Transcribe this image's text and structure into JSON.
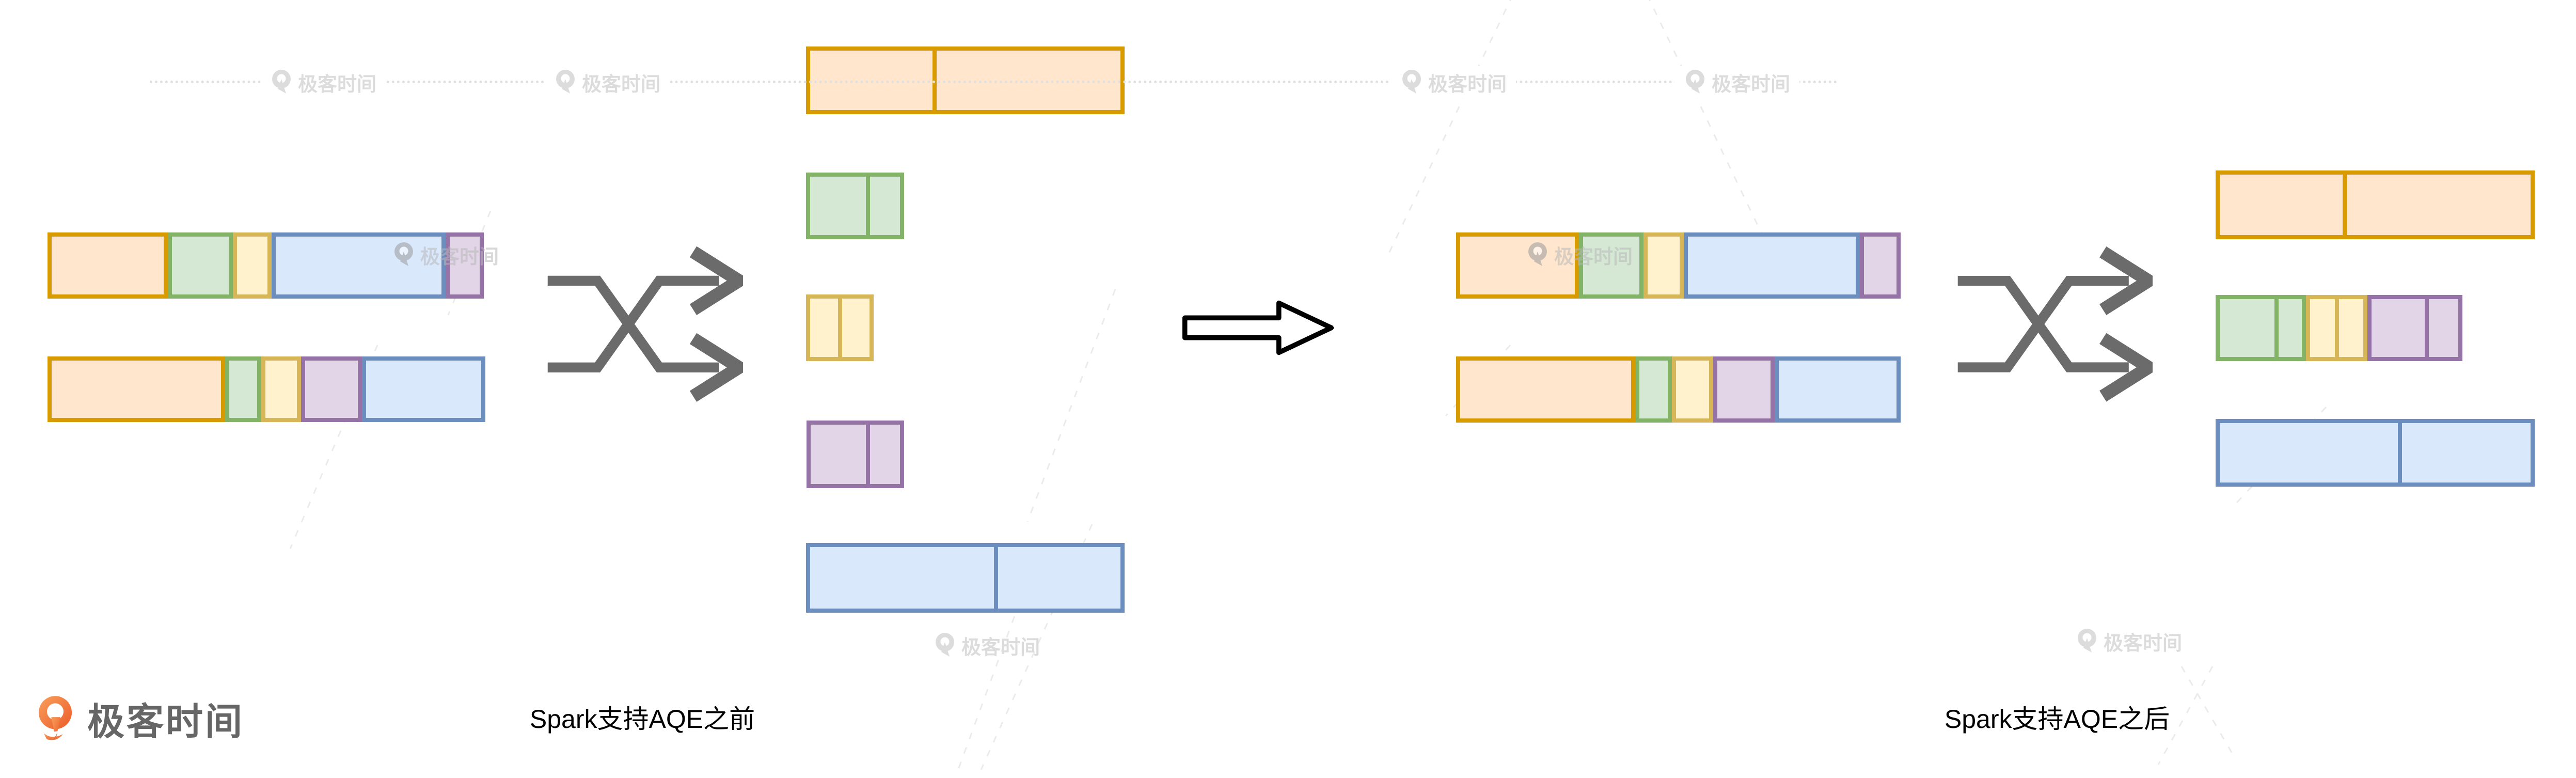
{
  "brand": {
    "name": "极客时间"
  },
  "watermark": {
    "text": "极客时间"
  },
  "labels": {
    "before": "Spark支持AQE之前",
    "after": "Spark支持AQE之后"
  },
  "palette": {
    "orange": {
      "fill": "#FFE6CC",
      "stroke": "#D79B00"
    },
    "green": {
      "fill": "#D5E8D4",
      "stroke": "#82B366"
    },
    "yellow": {
      "fill": "#FFF2CC",
      "stroke": "#D6B656"
    },
    "blue": {
      "fill": "#DAE8FC",
      "stroke": "#6C8EBF"
    },
    "purple": {
      "fill": "#E1D5E7",
      "stroke": "#9673A6"
    }
  },
  "icons": {
    "shuffle_color": "#6B6B6B",
    "arrow_stroke": "#000000"
  },
  "diagram": {
    "before": {
      "inputs": [
        {
          "name": "map-partition-1",
          "segments": [
            {
              "color": "orange",
              "pct": 28.3
            },
            {
              "color": "green",
              "pct": 14.5
            },
            {
              "color": "yellow",
              "pct": 7.6
            },
            {
              "color": "blue",
              "pct": 42.0
            },
            {
              "color": "purple",
              "pct": 7.6
            }
          ]
        },
        {
          "name": "map-partition-2",
          "segments": [
            {
              "color": "orange",
              "pct": 42.7
            },
            {
              "color": "green",
              "pct": 7.0
            },
            {
              "color": "yellow",
              "pct": 8.0
            },
            {
              "color": "purple",
              "pct": 13.2
            },
            {
              "color": "blue",
              "pct": 29.1
            }
          ]
        }
      ],
      "outputs": [
        {
          "name": "reduce-partition-orange",
          "segments": [
            {
              "color": "orange",
              "pct": 100,
              "cells": [
                40,
                60
              ]
            }
          ]
        },
        {
          "name": "reduce-partition-green",
          "segments": [
            {
              "color": "green",
              "pct": 100,
              "cells": [
                65,
                35
              ]
            }
          ]
        },
        {
          "name": "reduce-partition-yellow",
          "segments": [
            {
              "color": "yellow",
              "pct": 100,
              "cells": [
                50,
                50
              ]
            }
          ]
        },
        {
          "name": "reduce-partition-purple",
          "segments": [
            {
              "color": "purple",
              "pct": 100,
              "cells": [
                65,
                35
              ]
            }
          ]
        },
        {
          "name": "reduce-partition-blue",
          "segments": [
            {
              "color": "blue",
              "pct": 100,
              "cells": [
                60,
                40
              ]
            }
          ]
        }
      ]
    },
    "after": {
      "inputs": [
        {
          "name": "map-partition-1",
          "segments": [
            {
              "color": "orange",
              "pct": 28.4
            },
            {
              "color": "green",
              "pct": 14.0
            },
            {
              "color": "yellow",
              "pct": 7.9
            },
            {
              "color": "blue",
              "pct": 41.6
            },
            {
              "color": "purple",
              "pct": 8.1
            }
          ]
        },
        {
          "name": "map-partition-2",
          "segments": [
            {
              "color": "orange",
              "pct": 42.3
            },
            {
              "color": "green",
              "pct": 7.1
            },
            {
              "color": "yellow",
              "pct": 8.1
            },
            {
              "color": "purple",
              "pct": 13.2
            },
            {
              "color": "blue",
              "pct": 29.2
            }
          ]
        }
      ],
      "outputs": [
        {
          "name": "coalesced-partition-orange",
          "segments": [
            {
              "color": "orange",
              "pct": 100,
              "cells": [
                40,
                60
              ]
            }
          ]
        },
        {
          "name": "coalesced-partition-mixed",
          "segments": [
            {
              "color": "green",
              "pct": 37,
              "cells": [
                70,
                30
              ]
            },
            {
              "color": "yellow",
              "pct": 24,
              "cells": [
                50,
                50
              ]
            },
            {
              "color": "purple",
              "pct": 39,
              "cells": [
                64,
                36
              ]
            }
          ]
        },
        {
          "name": "coalesced-partition-blue",
          "segments": [
            {
              "color": "blue",
              "pct": 100,
              "cells": [
                58,
                42
              ]
            }
          ]
        }
      ]
    }
  }
}
